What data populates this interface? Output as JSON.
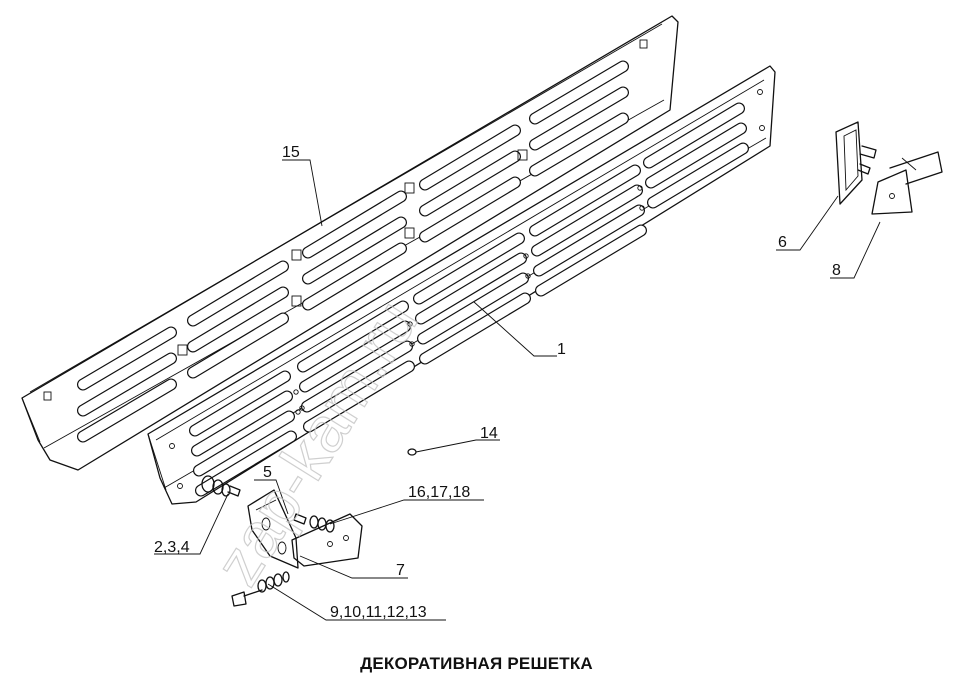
{
  "caption": "ДЕКОРАТИВНАЯ РЕШЕТКА",
  "watermark": "zap-kam.ru",
  "callouts": [
    {
      "id": "15",
      "text": "15"
    },
    {
      "id": "1",
      "text": "1"
    },
    {
      "id": "14",
      "text": "14"
    },
    {
      "id": "6",
      "text": "6"
    },
    {
      "id": "8",
      "text": "8"
    },
    {
      "id": "5",
      "text": "5"
    },
    {
      "id": "16_17_18",
      "text": "16,17,18"
    },
    {
      "id": "2_3_4",
      "text": "2,3,4"
    },
    {
      "id": "7",
      "text": "7"
    },
    {
      "id": "9_13",
      "text": "9,10,11,12,13"
    }
  ]
}
